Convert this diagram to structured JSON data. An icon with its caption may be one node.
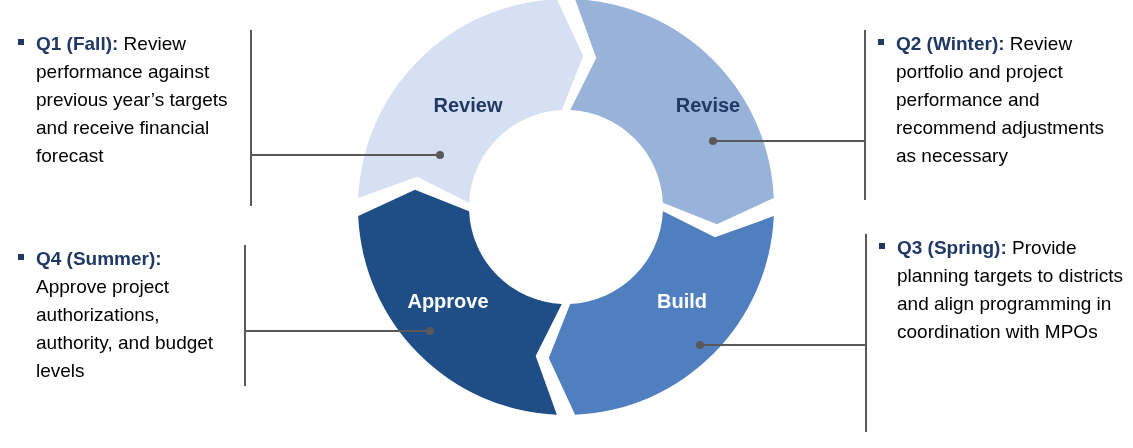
{
  "diagram": {
    "nodes": [
      {
        "text": [
          "**Q1 (Fall):** Review performance against previous year’s targets and receive financial forecast"
        ]
      },
      {
        "text": [
          "Review"
        ]
      },
      {
        "text": [
          "Revise"
        ]
      },
      {
        "text": [
          "**Q2 (Winter):** Review portfolio and project performance and recommend adjustments as necessary"
        ]
      },
      {
        "text": [
          "**Q4 (Summer):** Approve project authorizations, authority, and budget levels"
        ]
      },
      {
        "text": [
          "Approve"
        ]
      },
      {
        "text": [
          "Build"
        ]
      },
      {
        "text": [
          "**Q3 (Spring):** Provide planning targets to districts and align programming in coordination with MPOs"
        ]
      }
    ],
    "edges": [
      {
        "from": 0,
        "to": 1,
        "arrow": "other"
      },
      {
        "from": 3,
        "to": 2,
        "arrow": "other"
      },
      {
        "from": 4,
        "to": 5,
        "arrow": "other"
      },
      {
        "from": 7,
        "to": 6,
        "arrow": "other"
      }
    ]
  }
}
